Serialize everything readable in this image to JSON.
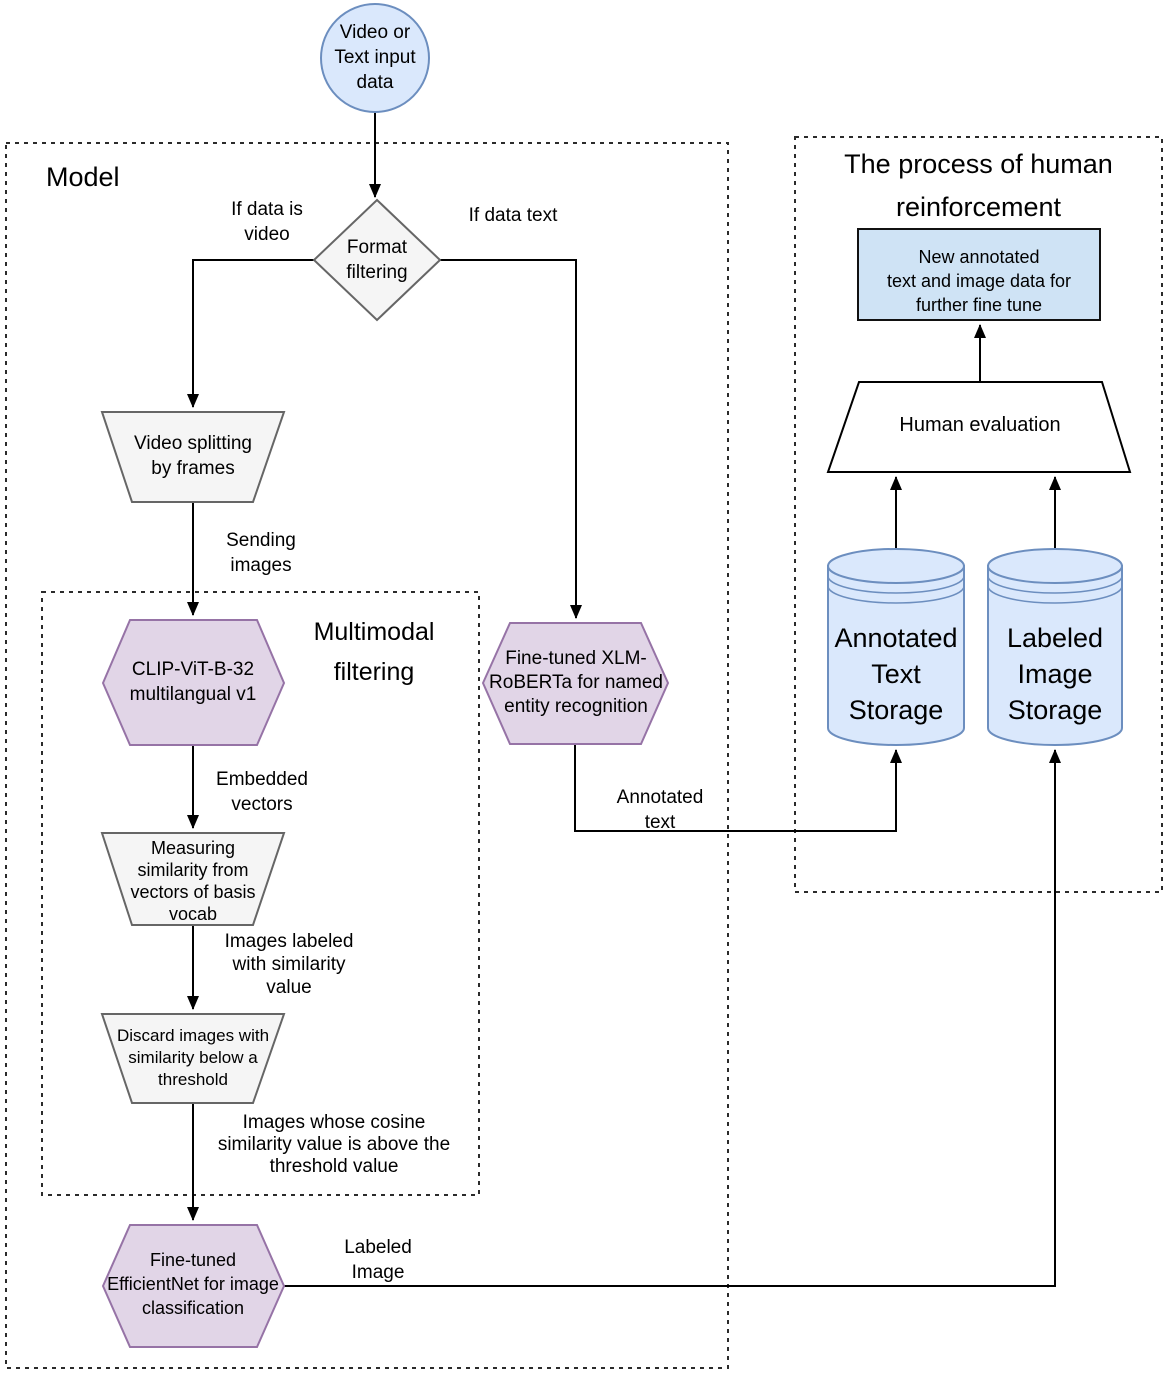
{
  "containers": {
    "model": "Model",
    "multimodal": "Multimodal\nfiltering",
    "reinforcement": "The process of human\nreinforcement"
  },
  "nodes": {
    "input_circle": "Video or\nText input\ndata",
    "format_diamond": "Format\nfiltering",
    "video_splitting": "Video splitting\nby frames",
    "clip": "CLIP-ViT-B-32\nmultilangual v1",
    "xlm_roberta": "Fine-tuned XLM-\nRoBERTa for named\nentity recognition",
    "measuring": "Measuring\nsimilarity from\nvectors of basis\nvocab",
    "discard": "Discard images with\nsimilarity below a\nthreshold",
    "efficientnet": "Fine-tuned\nEfficientNet for image\nclassification",
    "new_annotated": "New annotated\ntext and image data for\nfurther fine tune",
    "human_evaluation": "Human evaluation",
    "annotated_storage": "Annotated\nText\nStorage",
    "labeled_storage": "Labeled\nImage\nStorage"
  },
  "edge_labels": {
    "if_data_video": "If data is\nvideo",
    "if_data_text": "If data text",
    "sending_images": "Sending\nimages",
    "embedded_vectors": "Embedded\nvectors",
    "images_labeled": "Images labeled\nwith similarity\nvalue",
    "images_cosine": "Images whose cosine\nsimilarity value is above the\nthreshold value",
    "labeled_image": "Labeled\nImage",
    "annotated_text": "Annotated\ntext"
  },
  "colors": {
    "node_blue_fill": "#dae8fc",
    "node_blue_stroke": "#6c8ebf",
    "node_gray_fill": "#f5f5f5",
    "node_gray_stroke": "#666666",
    "node_purple_fill": "#e1d5e7",
    "node_purple_stroke": "#9673a6",
    "box_blue_fill": "#cfe3f5",
    "box_stroke": "#111111",
    "trapezoid_white_fill": "#ffffff",
    "edge_color": "#000000",
    "dash_color": "#2b2b2b"
  }
}
